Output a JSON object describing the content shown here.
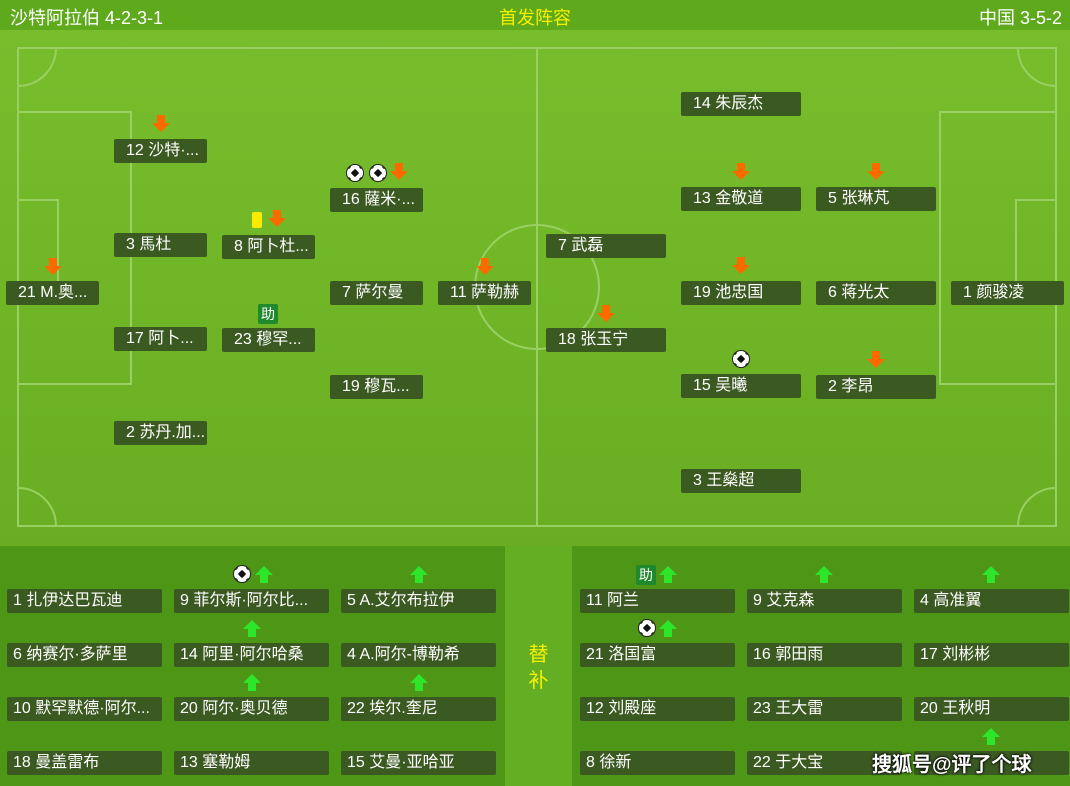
{
  "header": {
    "left_team": "沙特阿拉伯 4-2-3-1",
    "title": "首发阵容",
    "right_team": "中国 3-5-2"
  },
  "lineup": {
    "saudi": [
      {
        "label": "12 沙特·..."
      },
      {
        "label": "16 薩米·..."
      },
      {
        "label": "3 馬杜"
      },
      {
        "label": "8 阿卜杜..."
      },
      {
        "label": "21 M.奥..."
      },
      {
        "label": "7 萨尔曼"
      },
      {
        "label": "11 萨勒赫"
      },
      {
        "label": "17 阿卜..."
      },
      {
        "label": "23 穆罕..."
      },
      {
        "label": "19 穆瓦..."
      },
      {
        "label": "2 苏丹.加..."
      }
    ],
    "china": [
      {
        "label": "14 朱辰杰"
      },
      {
        "label": "13 金敬道"
      },
      {
        "label": "5 张琳芃"
      },
      {
        "label": "7 武磊"
      },
      {
        "label": "19 池忠国"
      },
      {
        "label": "6 蒋光太"
      },
      {
        "label": "1 颜骏凌"
      },
      {
        "label": "18 张玉宁"
      },
      {
        "label": "15 吴曦"
      },
      {
        "label": "2 李昂"
      },
      {
        "label": "3 王燊超"
      }
    ]
  },
  "assist_badge": "助",
  "subs": {
    "title_line1": "替",
    "title_line2": "补",
    "saudi": [
      "1 扎伊达巴瓦迪",
      "9 菲尔斯·阿尔比...",
      "5 A.艾尔布拉伊",
      "6 纳赛尔·多萨里",
      "14 阿里·阿尔哈桑",
      "4 A.阿尔-博勒希",
      "10 默罕默德·阿尔...",
      "20 阿尔·奥贝德",
      "22 埃尔.奎尼",
      "18 曼盖雷布",
      "13 塞勒姆",
      "15 艾曼·亚哈亚"
    ],
    "china": [
      "11 阿兰",
      "9 艾克森",
      "4 高准翼",
      "21 洛国富",
      "16 郭田雨",
      "17 刘彬彬",
      "12 刘殿座",
      "23 王大雷",
      "20 王秋明",
      "8 徐新",
      "22 于大宝",
      ""
    ]
  },
  "watermark": "搜狐号@评了个球",
  "colors": {
    "pitch": "#77bd2c",
    "player_box": "#3b5a22",
    "title": "#f6f000",
    "sub_off_arrow": "#ff6a00",
    "sub_on_arrow": "#2de62a"
  }
}
